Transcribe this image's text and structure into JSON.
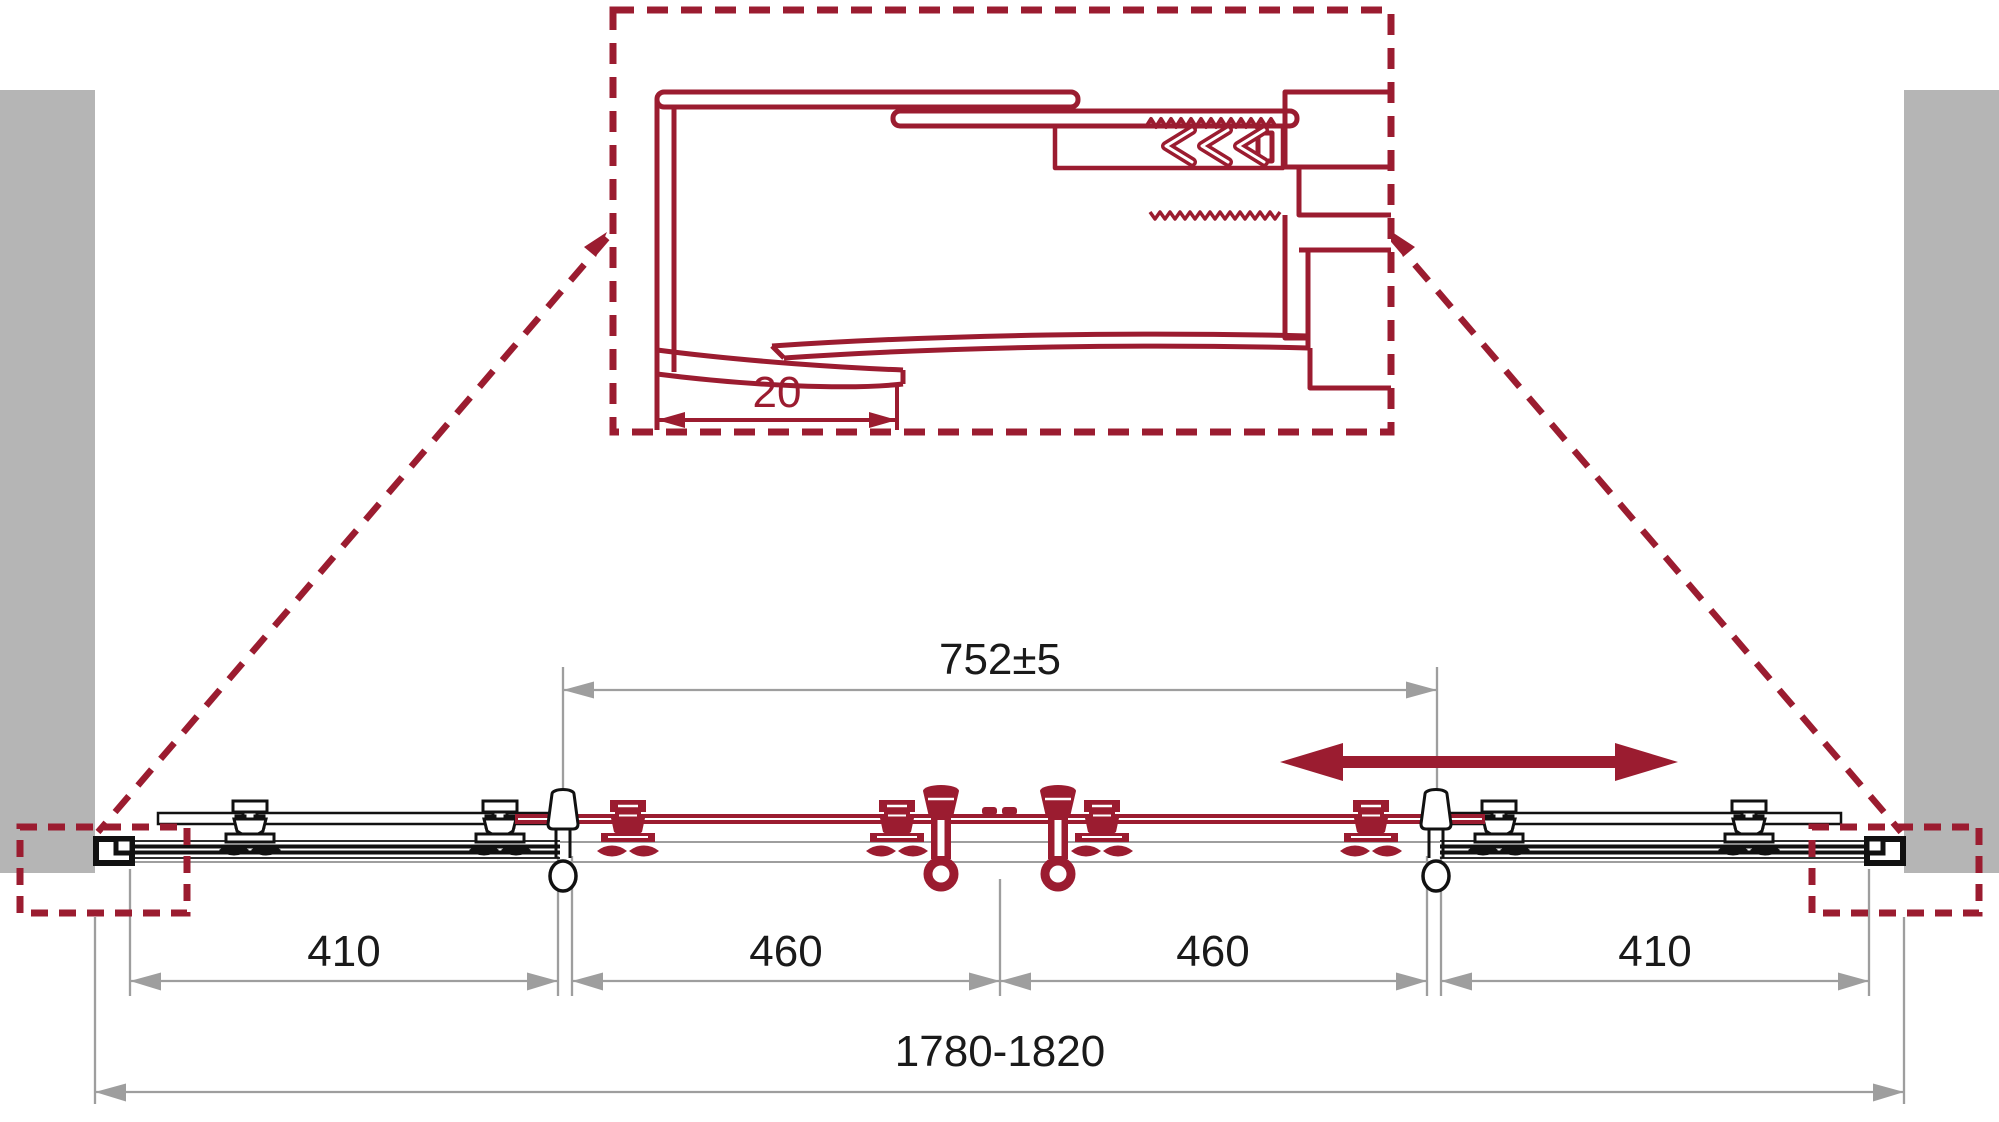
{
  "diagram": {
    "kind": "technical-installation-drawing",
    "subject": "sliding-door-track-plan-view-with-wall-profile-detail"
  },
  "colors": {
    "drawing_red": "#9b1c30",
    "wall_gray": "#b5b5b5",
    "dimension_gray": "#9e9e9e",
    "line_black": "#111111"
  },
  "dimensions": {
    "opening_width": {
      "label": "752±5"
    },
    "segments": [
      {
        "label": "410"
      },
      {
        "label": "460"
      },
      {
        "label": "460"
      },
      {
        "label": "410"
      }
    ],
    "total_width": {
      "label": "1780-1820"
    },
    "detail_offset": {
      "label": "20"
    }
  }
}
